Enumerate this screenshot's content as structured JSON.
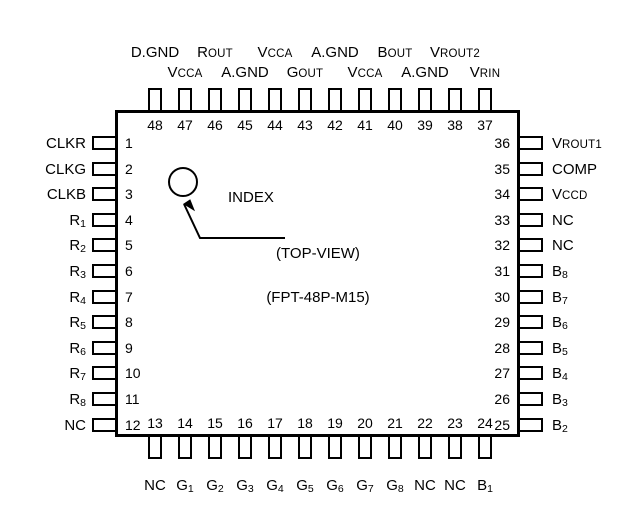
{
  "diagram": {
    "view_label": "(TOP-VIEW)",
    "package_label": "(FPT-48P-M15)",
    "index_label": "INDEX",
    "line_color": "#000000",
    "background_color": "#ffffff"
  },
  "pins": {
    "top": [
      {
        "number": "48",
        "label_main": "D.GND",
        "row": "upper"
      },
      {
        "number": "47",
        "label_main": "V",
        "label_sub": "CCA",
        "row": "lower"
      },
      {
        "number": "46",
        "label_main": "R",
        "label_sub": "OUT",
        "row": "upper"
      },
      {
        "number": "45",
        "label_main": "A.GND",
        "row": "lower"
      },
      {
        "number": "44",
        "label_main": "V",
        "label_sub": "CCA",
        "row": "upper"
      },
      {
        "number": "43",
        "label_main": "G",
        "label_sub": "OUT",
        "row": "lower"
      },
      {
        "number": "42",
        "label_main": "A.GND",
        "row": "upper"
      },
      {
        "number": "41",
        "label_main": "V",
        "label_sub": "CCA",
        "row": "lower"
      },
      {
        "number": "40",
        "label_main": "B",
        "label_sub": "OUT",
        "row": "upper"
      },
      {
        "number": "39",
        "label_main": "A.GND",
        "row": "lower"
      },
      {
        "number": "38",
        "label_main": "V",
        "label_sub": "ROUT2",
        "row": "upper"
      },
      {
        "number": "37",
        "label_main": "V",
        "label_sub": "RIN",
        "row": "lower"
      }
    ],
    "left": [
      {
        "number": "1",
        "label_main": "CLKR"
      },
      {
        "number": "2",
        "label_main": "CLKG"
      },
      {
        "number": "3",
        "label_main": "CLKB"
      },
      {
        "number": "4",
        "label_main": "R",
        "label_sub": "1"
      },
      {
        "number": "5",
        "label_main": "R",
        "label_sub": "2"
      },
      {
        "number": "6",
        "label_main": "R",
        "label_sub": "3"
      },
      {
        "number": "7",
        "label_main": "R",
        "label_sub": "4"
      },
      {
        "number": "8",
        "label_main": "R",
        "label_sub": "5"
      },
      {
        "number": "9",
        "label_main": "R",
        "label_sub": "6"
      },
      {
        "number": "10",
        "label_main": "R",
        "label_sub": "7"
      },
      {
        "number": "11",
        "label_main": "R",
        "label_sub": "8"
      },
      {
        "number": "12",
        "label_main": "NC"
      }
    ],
    "bottom": [
      {
        "number": "13",
        "label_main": "NC"
      },
      {
        "number": "14",
        "label_main": "G",
        "label_sub": "1"
      },
      {
        "number": "15",
        "label_main": "G",
        "label_sub": "2"
      },
      {
        "number": "16",
        "label_main": "G",
        "label_sub": "3"
      },
      {
        "number": "17",
        "label_main": "G",
        "label_sub": "4"
      },
      {
        "number": "18",
        "label_main": "G",
        "label_sub": "5"
      },
      {
        "number": "19",
        "label_main": "G",
        "label_sub": "6"
      },
      {
        "number": "20",
        "label_main": "G",
        "label_sub": "7"
      },
      {
        "number": "21",
        "label_main": "G",
        "label_sub": "8"
      },
      {
        "number": "22",
        "label_main": "NC"
      },
      {
        "number": "23",
        "label_main": "NC"
      },
      {
        "number": "24",
        "label_main": "B",
        "label_sub": "1"
      }
    ],
    "right": [
      {
        "number": "36",
        "label_main": "V",
        "label_sub": "ROUT1"
      },
      {
        "number": "35",
        "label_main": "COMP"
      },
      {
        "number": "34",
        "label_main": "V",
        "label_sub": "CCD"
      },
      {
        "number": "33",
        "label_main": "NC"
      },
      {
        "number": "32",
        "label_main": "NC"
      },
      {
        "number": "31",
        "label_main": "B",
        "label_sub": "8"
      },
      {
        "number": "30",
        "label_main": "B",
        "label_sub": "7"
      },
      {
        "number": "29",
        "label_main": "B",
        "label_sub": "6"
      },
      {
        "number": "28",
        "label_main": "B",
        "label_sub": "5"
      },
      {
        "number": "27",
        "label_main": "B",
        "label_sub": "4"
      },
      {
        "number": "26",
        "label_main": "B",
        "label_sub": "3"
      },
      {
        "number": "25",
        "label_main": "B",
        "label_sub": "2"
      }
    ]
  }
}
